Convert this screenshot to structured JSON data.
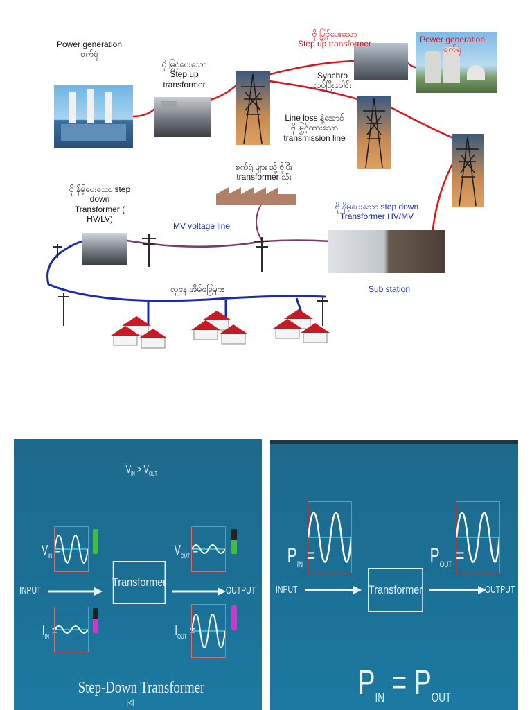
{
  "grid_diagram": {
    "power_generation_left": "Power generation",
    "power_plant_left_mm": "စက်ရုံ",
    "step_up_left_mm": "ဗို မြှင့်ပေးသော",
    "step_up_left": "Step up transformer",
    "step_up_right_mm": "ဗို မြှင့်ပေးသော",
    "step_up_right": "Step up transformer",
    "power_generation_right": "Power generation",
    "power_plant_right_mm": "စက်ရုံ",
    "synchro": "Synchro",
    "synchro_mm": "လုပ်ပြီးပေါင်း",
    "line_loss": "Line loss နဲ့အောင်",
    "line_loss_mm": "ဗို မြှင့်ထားသော",
    "transmission_line": "transmission line",
    "factory_mm": "စက်ရုံ များ သို့ ဗိုပြီး",
    "factory_transformer": "transformer သုံး",
    "step_down_lv_mm": "ဗို နိမ့်ပေးသော step",
    "step_down_lv_1": "down",
    "step_down_lv_2": "Transformer (",
    "step_down_lv_3": "HV/LV)",
    "mv_line": "MV voltage line",
    "step_down_mv": "ဗို နိမ့်ပေးသော step down",
    "step_down_mv_2": "Transformer HV/MV",
    "residential": "လူနေ အိမ်ခြေများ",
    "substation": "Sub station"
  },
  "panel_left": {
    "vin_gt_vout": "V",
    "vin_sub": "IN",
    "gt": ">",
    "vout": "V",
    "vout_sub": "OUT",
    "input": "INPUT",
    "output": "OUTPUT",
    "transformer": "Transformer",
    "v_label": "V",
    "v_sub": "IN",
    "eq": "=",
    "vo_label": "V",
    "vo_sub": "OUT",
    "i_label": "I",
    "i_sub": "IN",
    "io_label": "I",
    "io_sub": "OUT",
    "title": "Step-Down Transformer",
    "bottom_i": "I",
    "bottom_lt": "<",
    "bottom_i2": "I"
  },
  "panel_right": {
    "p_in": "P",
    "p_in_sub": "IN",
    "p_out": "P",
    "p_out_sub": "OUT",
    "input": "INPUT",
    "output": "OUTPUT",
    "transformer": "Transformer",
    "eq": "=",
    "big_p": "P",
    "big_in": "IN",
    "big_eq": "=",
    "big_p2": "P",
    "big_out": "OUT"
  },
  "colors": {
    "power_line_red": "#d9141a",
    "lv_line_blue": "#1a2aa8",
    "mv_line_purple": "#7a3a6a",
    "panel_bg": "#1c6f94",
    "wave_white": "#ffffff",
    "wave_cyan": "#3fd0e0",
    "bar_green": "#3fbf3f",
    "bar_magenta": "#d236c8"
  }
}
